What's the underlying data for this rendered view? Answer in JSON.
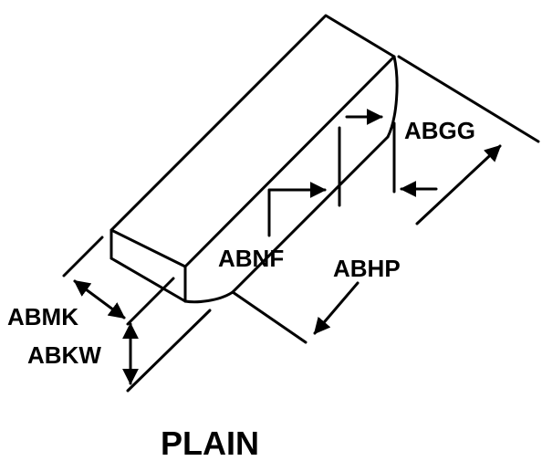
{
  "labels": {
    "abgg": "ABGG",
    "abnf": "ABNF",
    "abhp": "ABHP",
    "abmk": "ABMK",
    "abkw": "ABKW"
  },
  "caption": "PLAIN",
  "colors": {
    "stroke": "#000000",
    "background": "#ffffff"
  }
}
